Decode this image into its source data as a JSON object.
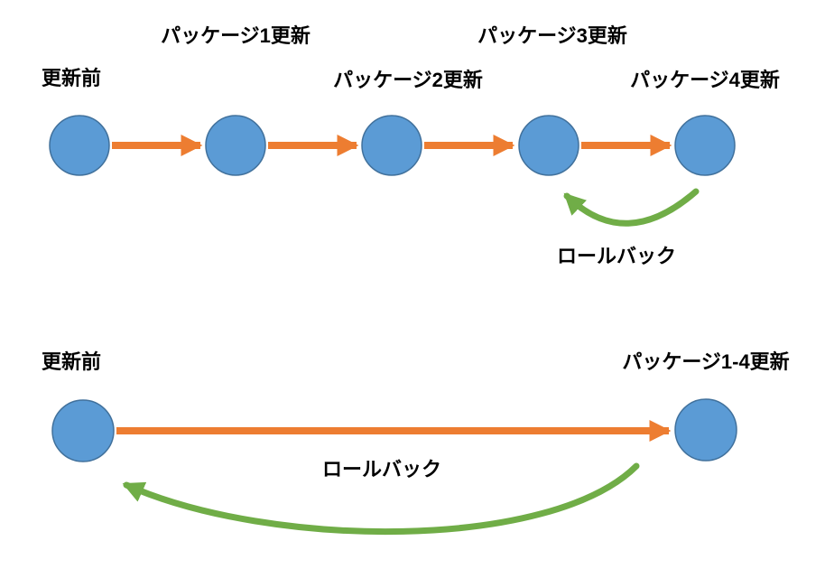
{
  "colors": {
    "node_fill": "#5B9BD5",
    "node_border": "#41719C",
    "arrow_orange": "#ED7D31",
    "arrow_green": "#70AD47",
    "text": "#000000",
    "background": "#FFFFFF"
  },
  "diagram1": {
    "node_labels": [
      "更新前",
      "パッケージ1更新",
      "パッケージ2更新",
      "パッケージ3更新",
      "パッケージ4更新"
    ],
    "rollback_label": "ロールバック"
  },
  "diagram2": {
    "before_label": "更新前",
    "after_label": "パッケージ1-4更新",
    "rollback_label": "ロールバック"
  }
}
